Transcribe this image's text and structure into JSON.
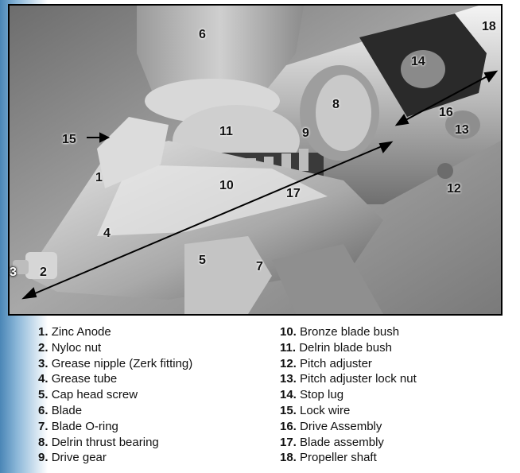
{
  "callouts": [
    "1",
    "2",
    "3",
    "4",
    "5",
    "6",
    "7",
    "8",
    "9",
    "10",
    "11",
    "12",
    "13",
    "14",
    "15",
    "16",
    "17",
    "18"
  ],
  "legend": [
    {
      "num": "1.",
      "label": "Zinc Anode"
    },
    {
      "num": "2.",
      "label": "Nyloc nut"
    },
    {
      "num": "3.",
      "label": "Grease nipple (Zerk fitting)"
    },
    {
      "num": "4.",
      "label": "Grease tube"
    },
    {
      "num": "5.",
      "label": "Cap head screw"
    },
    {
      "num": "6.",
      "label": "Blade"
    },
    {
      "num": "7.",
      "label": "Blade O-ring"
    },
    {
      "num": "8.",
      "label": "Delrin thrust bearing"
    },
    {
      "num": "9.",
      "label": "Drive gear"
    },
    {
      "num": "10.",
      "label": "Bronze blade bush"
    },
    {
      "num": "11.",
      "label": "Delrin blade bush"
    },
    {
      "num": "12.",
      "label": "Pitch adjuster"
    },
    {
      "num": "13.",
      "label": "Pitch adjuster lock nut"
    },
    {
      "num": "14.",
      "label": "Stop lug"
    },
    {
      "num": "15.",
      "label": "Lock wire"
    },
    {
      "num": "16.",
      "label": "Drive Assembly"
    },
    {
      "num": "17.",
      "label": "Blade assembly"
    },
    {
      "num": "18.",
      "label": "Propeller shaft"
    }
  ]
}
